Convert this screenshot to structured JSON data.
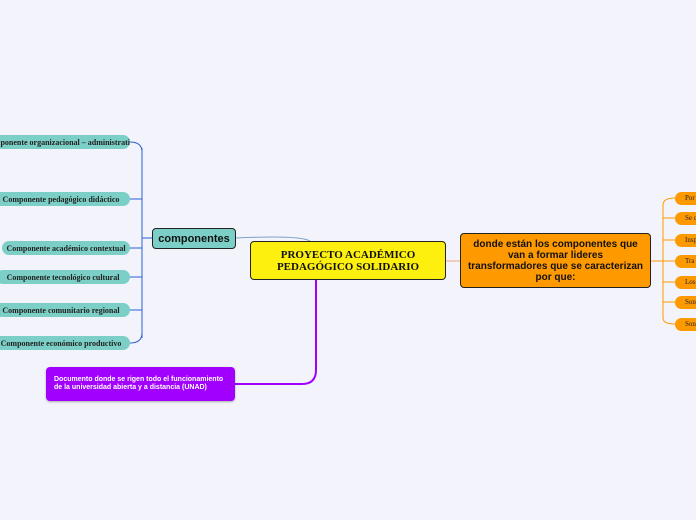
{
  "central": {
    "title": "PROYECTO ACADÉMICO PEDAGÓGICO SOLIDARIO",
    "color": "#fdf00e"
  },
  "componentes": {
    "label": "componentes",
    "color": "#7ccfc6",
    "items": [
      {
        "label": "Componente organizacional – administrativo"
      },
      {
        "label": "Componente pedagógico didáctico"
      },
      {
        "label": "Componente académico contextual"
      },
      {
        "label": "Componente tecnológico cultural"
      },
      {
        "label": "Componente comunitario regional"
      },
      {
        "label": "Componente económico productivo"
      }
    ]
  },
  "right_branch": {
    "label": "donde están los componentes que van a formar lideres transformadores que se caracterizan por que:",
    "color": "#ff9900",
    "items": [
      {
        "label": "Por"
      },
      {
        "label": "Se c"
      },
      {
        "label": "Insp"
      },
      {
        "label": "Tra"
      },
      {
        "label": "Los"
      },
      {
        "label": "Son"
      },
      {
        "label": "Son"
      }
    ]
  },
  "document_note": {
    "label": "Documento donde se rigen todo el funcionamiento de la universidad  abierta y a distancia (UNAD)",
    "color": "#a100ff"
  }
}
